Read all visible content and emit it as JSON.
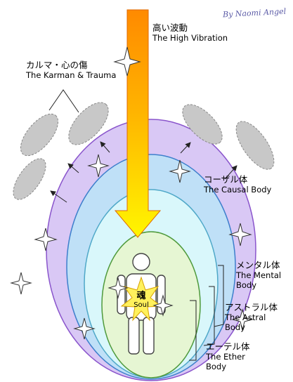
{
  "signature": "By Naomi Angel",
  "labels": {
    "vibration_jp": "高い波動",
    "vibration_en": "The High Vibration",
    "karma_jp": "カルマ・心の傷",
    "karma_en": "The Karman & Trauma",
    "causal_jp": "コーザル体",
    "causal_en": "The Causal Body",
    "mental_jp": "メンタル体",
    "mental_en_1": "The Mental",
    "mental_en_2": "Body",
    "astral_jp": "アストラル体",
    "astral_en_1": "The Astral",
    "astral_en_2": "Body",
    "ether_jp": "エーテル体",
    "ether_en_1": "The Ether",
    "ether_en_2": "Body",
    "soul_jp": "魂",
    "soul_en": "Soul"
  },
  "colors": {
    "causal": "#d9c8f5",
    "causal_stroke": "#8a55cc",
    "mental": "#bfe0f7",
    "mental_stroke": "#3d7fcc",
    "astral": "#d9f7fb",
    "astral_stroke": "#4fa8c8",
    "ether": "#e6f6d3",
    "ether_stroke": "#4f9a3c",
    "beam_top": "#ff8a00",
    "beam_bottom": "#fff400",
    "karma": "#c8c8c8",
    "soul_star": "#fff15c"
  }
}
